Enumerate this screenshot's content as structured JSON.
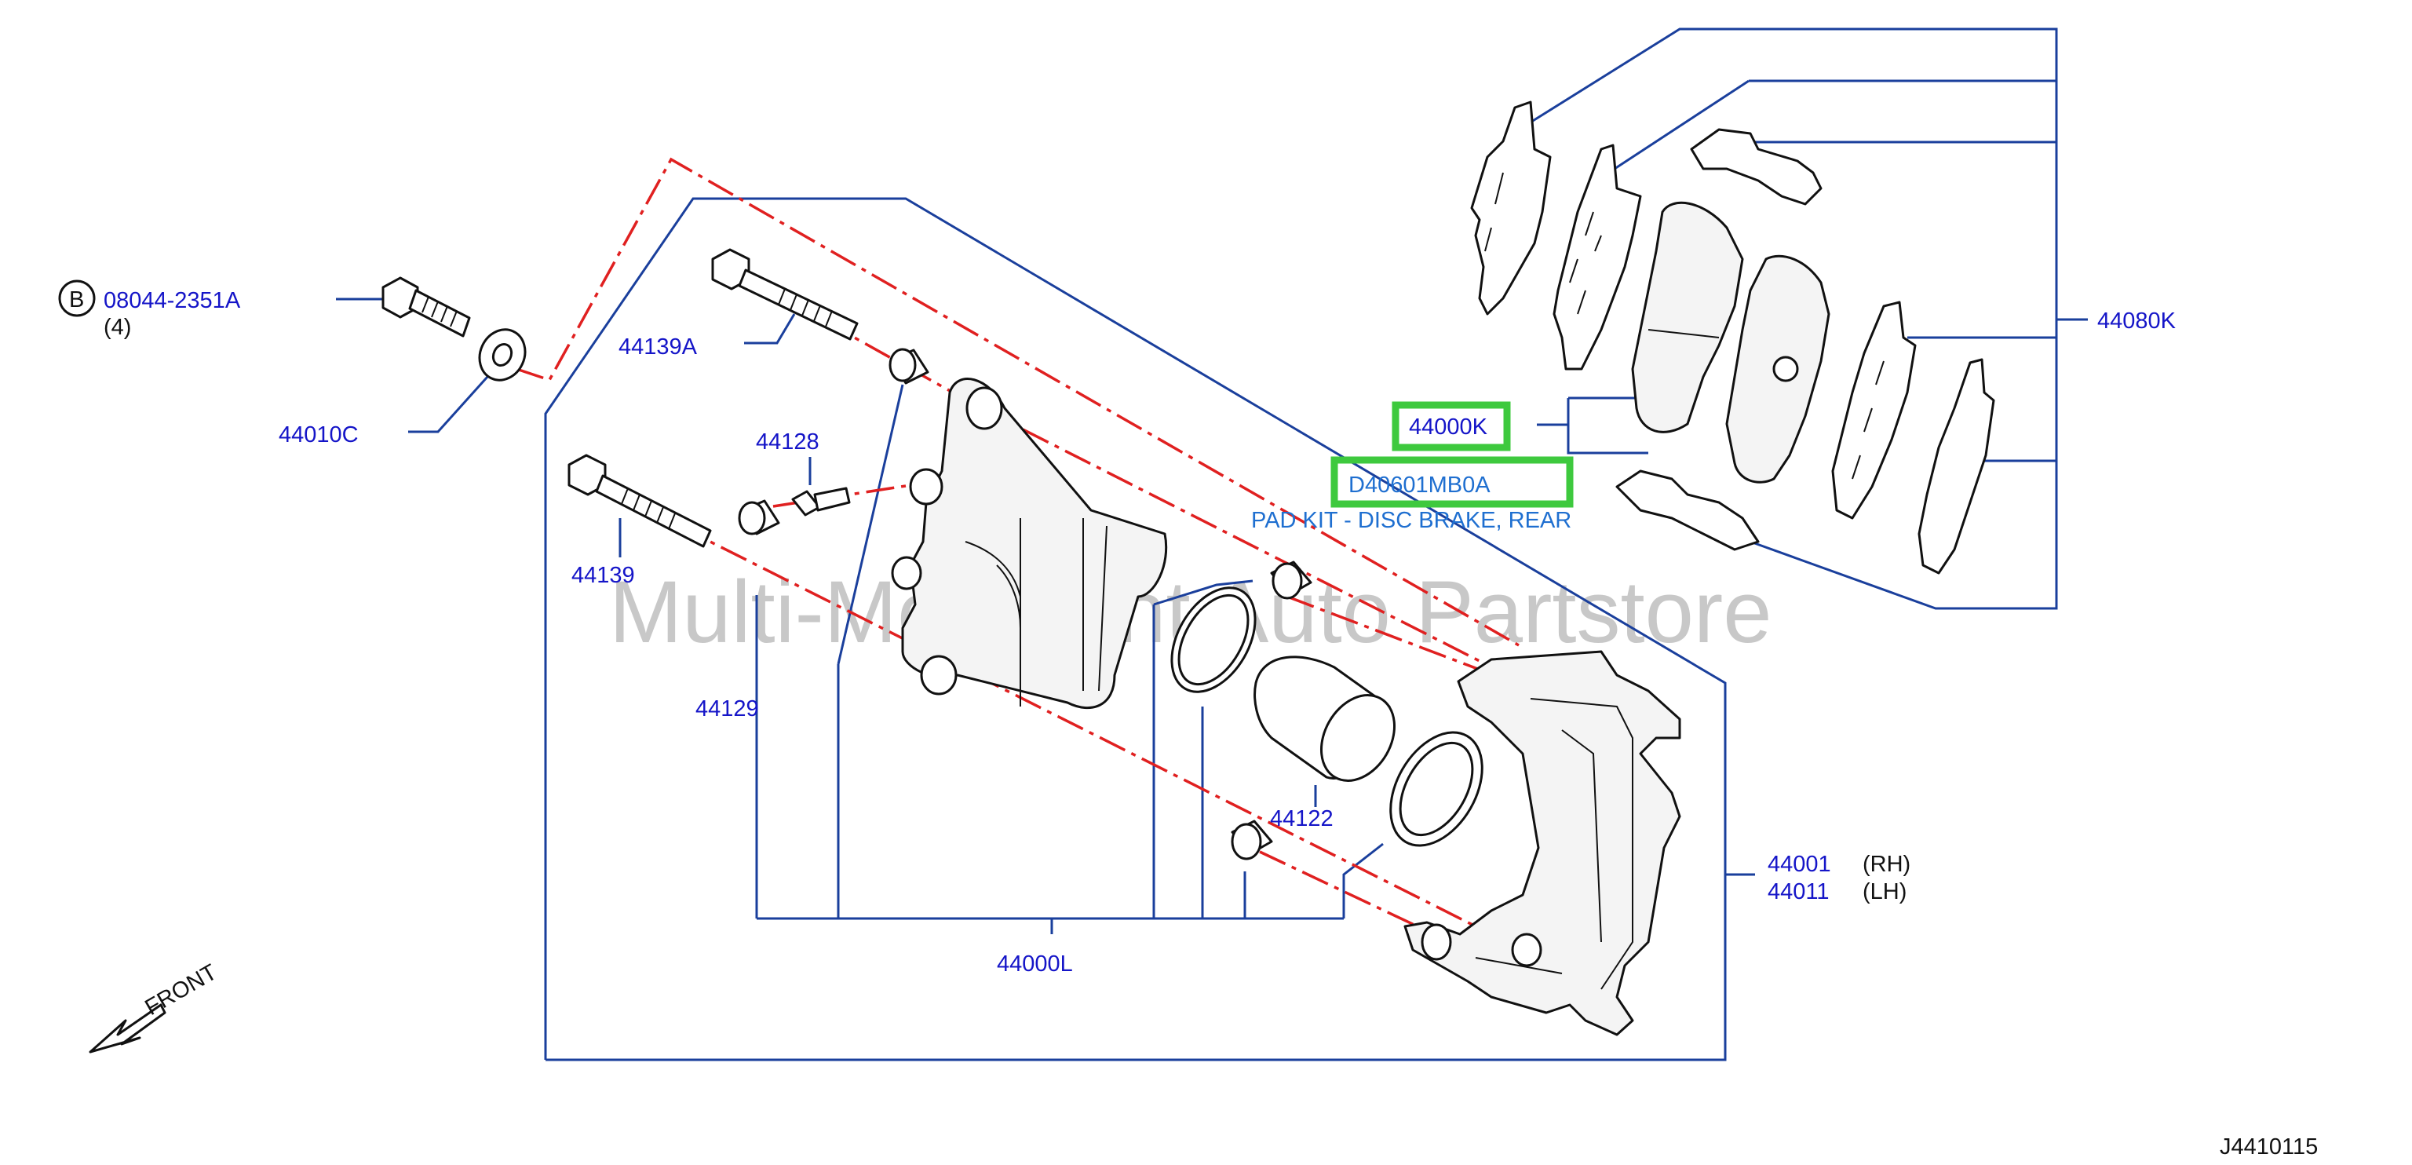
{
  "colors": {
    "label_blue": "#1515c8",
    "leader_blue": "#1a3f9c",
    "dashed_red": "#e02020",
    "highlight_green": "#3ec93e",
    "description_blue": "#1f6fd0",
    "watermark_gray": "#c8c8c8"
  },
  "bolt_ref": {
    "circle_letter": "B",
    "part_number": "08044-2351A",
    "quantity": "(4)"
  },
  "labels": {
    "p44010C": "44010C",
    "p44139A": "44139A",
    "p44128": "44128",
    "p44139": "44139",
    "p44129": "44129",
    "p44000L": "44000L",
    "p44122": "44122",
    "p44001": "44001",
    "p44011": "44011",
    "rh": "(RH)",
    "lh": "(LH)",
    "p44080K": "44080K",
    "p44000K": "44000K"
  },
  "highlight_part": {
    "number": "D40601MB0A",
    "description": "PAD KIT - DISC BRAKE, REAR"
  },
  "watermark": "Multi-Merchant Auto Partstore",
  "front_indicator": "FRONT",
  "diagram_code": "J4410115",
  "icons": [
    "front-arrow-icon",
    "circle-b-icon"
  ]
}
